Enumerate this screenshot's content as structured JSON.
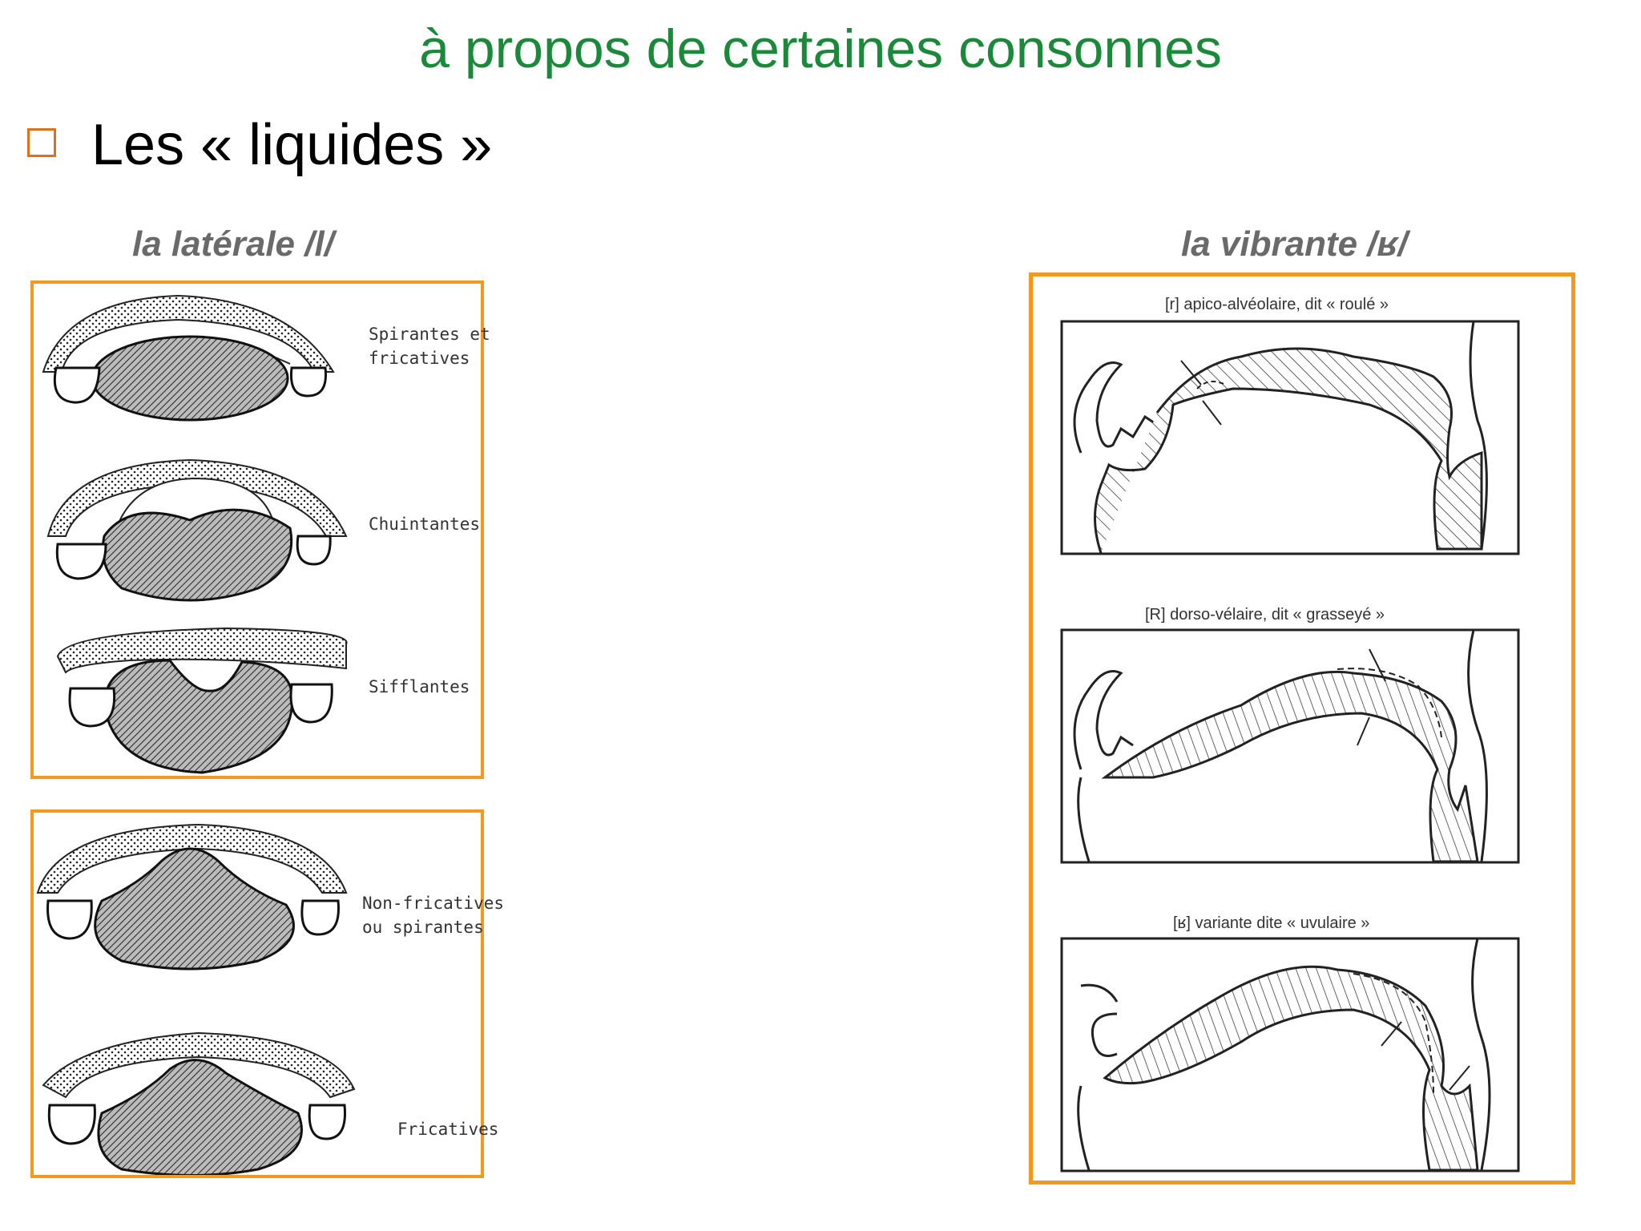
{
  "slide": {
    "title": "à propos de certaines consonnes",
    "bullet": "Les « liquides »"
  },
  "left": {
    "caption": "la latérale /l/",
    "panel1": {
      "labels": [
        "Spirantes et\nfricatives",
        "Chuintantes",
        "Sifflantes"
      ]
    },
    "panel2": {
      "labels": [
        "Non-fricatives\nou spirantes",
        "Fricatives"
      ]
    }
  },
  "right": {
    "caption": "la vibrante /ʁ/",
    "diagrams": [
      {
        "label": "[r] apico-alvéolaire, dit « roulé »"
      },
      {
        "label": "[R] dorso-vélaire, dit « grasseyé »"
      },
      {
        "label": "[ʁ] variante dite « uvulaire »"
      }
    ]
  },
  "colors": {
    "title": "#1a8a3a",
    "accent": "#f39a1e",
    "bullet": "#e0701a",
    "caption": "#6a6a6a"
  }
}
